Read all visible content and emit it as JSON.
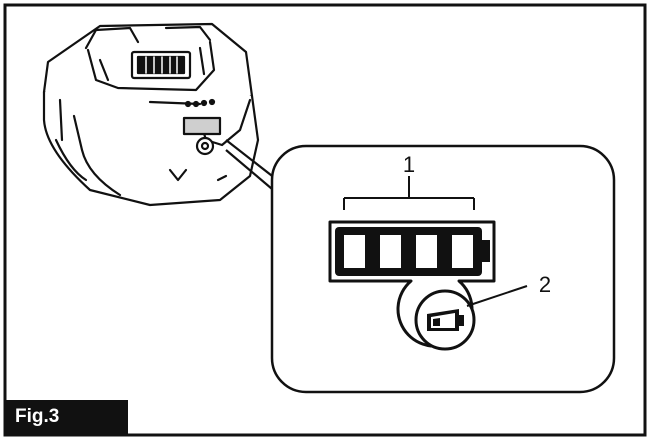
{
  "figure": {
    "label": "Fig.3"
  },
  "callouts": [
    {
      "number": "1"
    },
    {
      "number": "2"
    }
  ],
  "colors": {
    "line": "#111111",
    "background": "#ffffff",
    "label_background": "#111111",
    "label_text": "#ffffff"
  }
}
